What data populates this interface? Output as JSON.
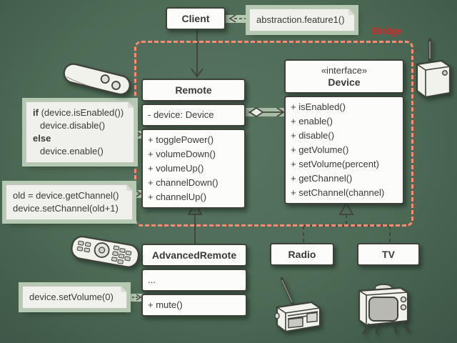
{
  "pattern_label": "Bridge",
  "client": {
    "title": "Client"
  },
  "classes": {
    "remote": {
      "title": "Remote",
      "attrs": [
        "- device: Device"
      ],
      "methods": [
        "+ togglePower()",
        "+ volumeDown()",
        "+ volumeUp()",
        "+ channelDown()",
        "+ channelUp()"
      ]
    },
    "device": {
      "stereotype": "«interface»",
      "title": "Device",
      "methods": [
        "+ isEnabled()",
        "+ enable()",
        "+ disable()",
        "+ getVolume()",
        "+ setVolume(percent)",
        "+ getChannel()",
        "+ setChannel(channel)"
      ]
    },
    "advanced_remote": {
      "title": "AdvancedRemote",
      "ellipsis": "...",
      "methods": [
        "+ mute()"
      ]
    },
    "radio": {
      "title": "Radio"
    },
    "tv": {
      "title": "TV"
    }
  },
  "notes": {
    "feature": {
      "text": "abstraction.feature1()"
    },
    "toggle": {
      "kw_if": "if",
      "if_cond": "(device.isEnabled())",
      "then_body": "device.disable()",
      "kw_else": "else",
      "else_body": "device.enable()"
    },
    "channel": {
      "line1": "old = device.getChannel()",
      "line2": "device.setChannel(old+1)"
    },
    "mute": {
      "line1": "device.setVolume(0)"
    }
  },
  "icons": {
    "simple_remote": "two-button-remote-illustration",
    "advanced_remote": "multi-button-remote-illustration",
    "transmitter": "antenna-box-illustration",
    "radio": "radio-illustration",
    "tv": "tv-illustration"
  },
  "colors": {
    "background": "#4d6b56",
    "frame": "#ff8a72",
    "label_red": "#cf2b2b",
    "note_halo": "#b6c9b2",
    "note_bg": "#f0f0ed",
    "box_border": "#3e4138"
  }
}
